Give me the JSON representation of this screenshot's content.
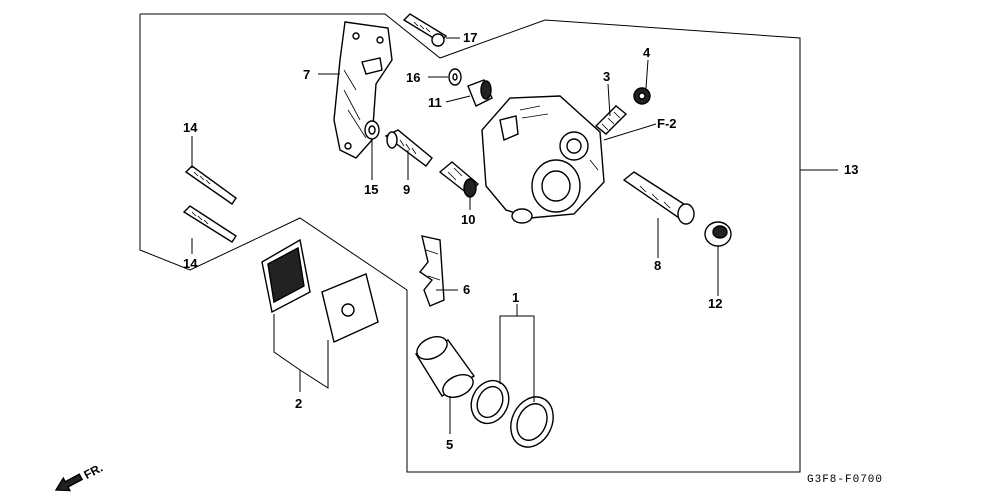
{
  "diagram": {
    "labels": {
      "p1": "1",
      "p2": "2",
      "p3": "3",
      "p4": "4",
      "p5": "5",
      "p6": "6",
      "p7": "7",
      "p8": "8",
      "p9": "9",
      "p10": "10",
      "p11": "11",
      "p12": "12",
      "p13": "13",
      "p14a": "14",
      "p14b": "14",
      "p15": "15",
      "p16": "16",
      "p17": "17",
      "ref": "F-2"
    },
    "direction_label": "FR.",
    "drawing_code": "G3F8-F0700"
  }
}
